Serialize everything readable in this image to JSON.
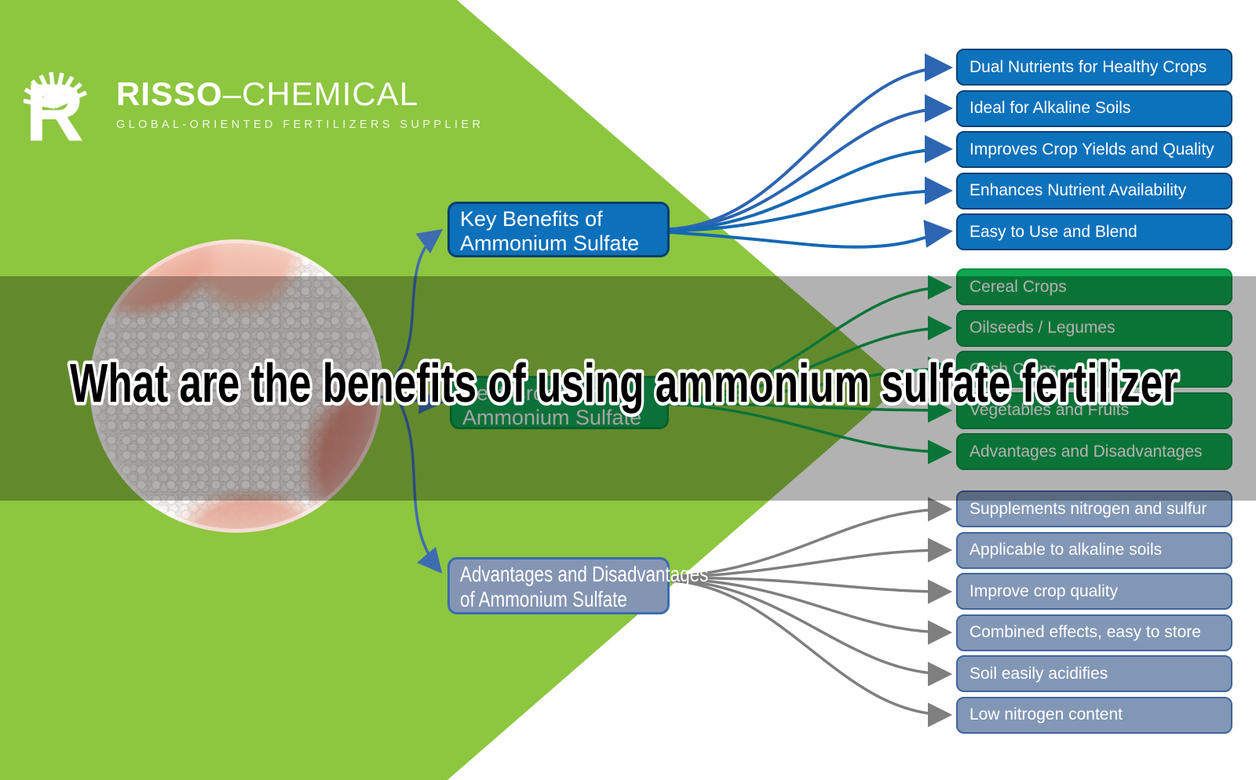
{
  "logo": {
    "name_primary": "RISSO",
    "name_secondary": "–CHEMICAL",
    "tagline": "GLOBAL-ORIENTED FERTILIZERS SUPPLIER"
  },
  "title": "What are the benefits of using ammonium sulfate fertilizer",
  "nodes": {
    "benefits": {
      "line1": "Key Benefits of",
      "line2": "Ammonium Sulfate"
    },
    "crops": {
      "line1": "Best Crops for",
      "line2": "Ammonium Sulfate"
    },
    "pros_cons": {
      "line1": "Advantages and Disadvantages",
      "line2": "of Ammonium Sulfate"
    }
  },
  "branches": {
    "benefits": {
      "color": "#0D72BC",
      "items": [
        "Dual Nutrients for Healthy Crops",
        "Ideal for Alkaline Soils",
        "Improves Crop Yields and Quality",
        "Enhances Nutrient Availability",
        "Easy to Use and Blend"
      ]
    },
    "crops": {
      "color": "#0FA750",
      "items": [
        "Cereal Crops",
        "Oilseeds / Legumes",
        "Cash Crops",
        "Vegetables and Fruits",
        "Advantages and Disadvantages"
      ]
    },
    "pros_cons": {
      "color": "#8297B6",
      "items": [
        "Supplements nitrogen and sulfur",
        "Applicable to alkaline soils",
        "Improve crop quality",
        "Combined effects, easy to store",
        "Soil easily acidifies",
        "Low nitrogen content"
      ]
    }
  },
  "colors": {
    "background_green": "#8DC63F",
    "band_overlay": "rgba(0,0,0,0.30)",
    "blue_connector": "#2D65B2",
    "green_connector": "#0FA750",
    "gray_connector": "#7F7F7F"
  }
}
